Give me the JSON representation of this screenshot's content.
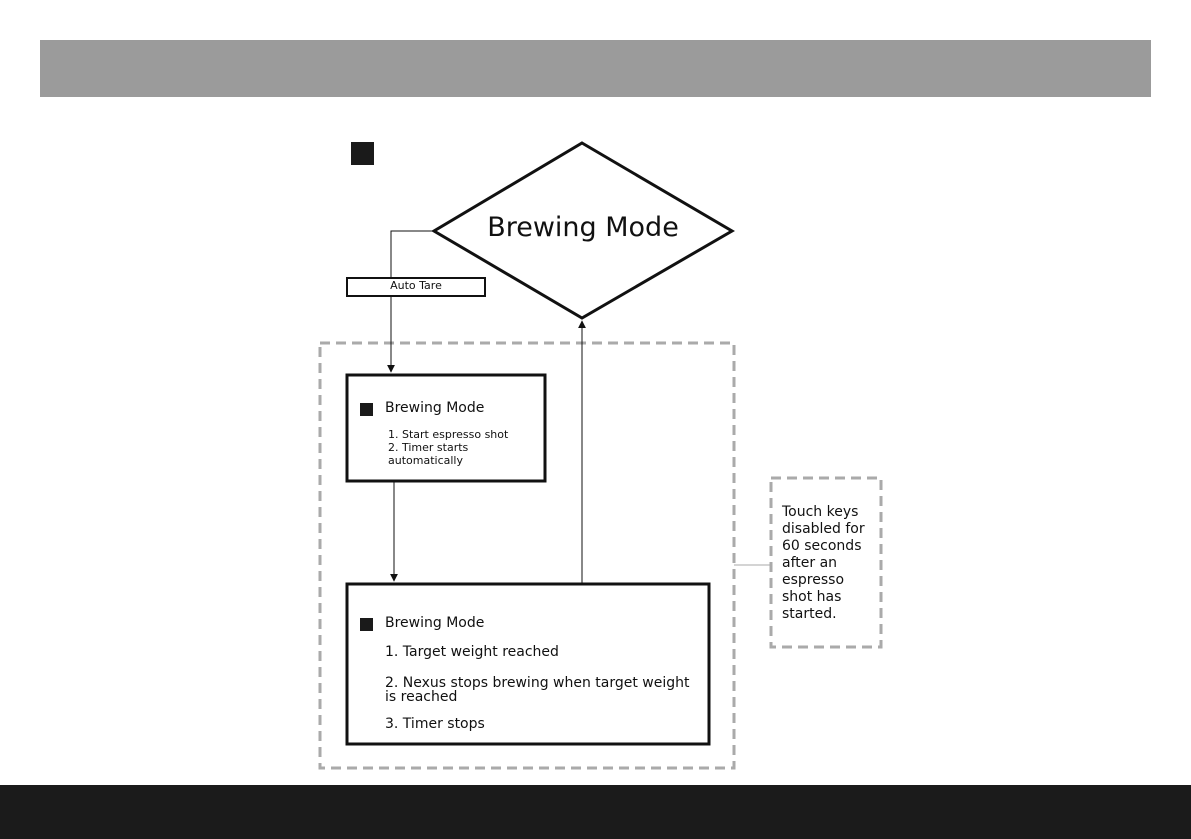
{
  "diagram": {
    "decision": {
      "label": "Brewing Mode"
    },
    "edge_label": "Auto Tare",
    "step1": {
      "title": "Brewing Mode",
      "items": [
        "1.  Start espresso shot",
        "2.  Timer starts",
        "automatically"
      ]
    },
    "step2": {
      "title": "Brewing Mode",
      "item1": "1. Target weight reached",
      "item2_line1": "2. Nexus stops brewing when target weight",
      "item2_line2": "is reached",
      "item3": "3. Timer stops"
    },
    "note": {
      "lines": [
        "Touch keys",
        "disabled for",
        "60 seconds",
        "after an",
        "espresso",
        "shot has",
        "started."
      ]
    }
  },
  "colors": {
    "header_bar": "#9b9b9b",
    "footer_bar": "#1b1b1b",
    "dashed_border": "#aaaaaa",
    "line": "#111111"
  }
}
